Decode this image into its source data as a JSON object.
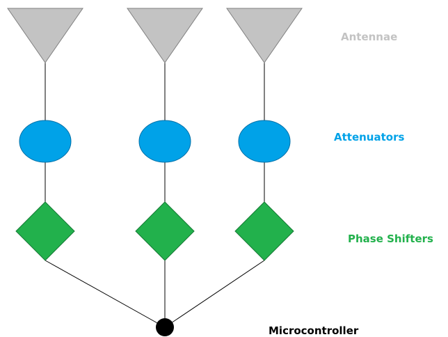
{
  "labels": {
    "antennae": "Antennae",
    "attenuators": "Attenuators",
    "phase_shifters": "Phase Shifters",
    "microcontroller": "Microcontroller"
  },
  "colors": {
    "antenna_fill": "#c3c3c3",
    "antenna_label": "#c3c3c3",
    "attenuator_fill": "#00a2e8",
    "attenuator_label": "#00a2e8",
    "phase_shifter_fill": "#22b14c",
    "phase_shifter_label": "#22b14c",
    "line": "#000000",
    "microcontroller_fill": "#000000",
    "microcontroller_label": "#000000"
  },
  "channels": [
    {
      "antenna": "antenna",
      "attenuator": "attenuator",
      "phase_shifter": "phase-shifter"
    },
    {
      "antenna": "antenna",
      "attenuator": "attenuator",
      "phase_shifter": "phase-shifter"
    },
    {
      "antenna": "antenna",
      "attenuator": "attenuator",
      "phase_shifter": "phase-shifter"
    }
  ]
}
